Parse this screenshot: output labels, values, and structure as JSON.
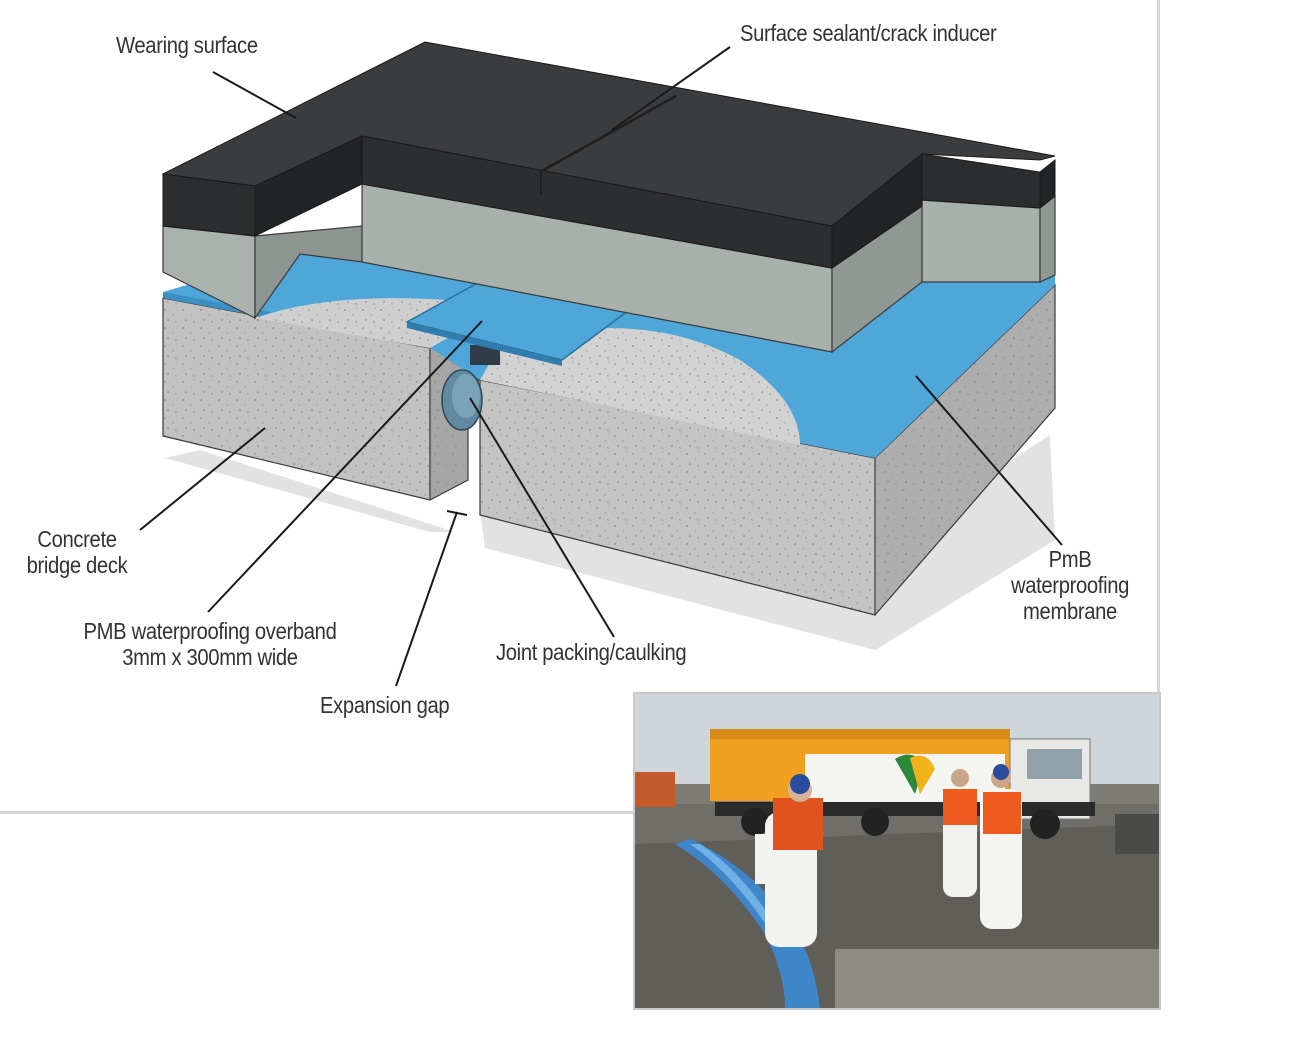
{
  "labels": {
    "wearing_surface": "Wearing surface",
    "surface_sealant": "Surface sealant/crack inducer",
    "concrete_line1": "Concrete",
    "concrete_line2": "bridge deck",
    "overband_line1": "PMB waterproofing overband",
    "overband_line2": "3mm x 300mm wide",
    "expansion_gap": "Expansion gap",
    "joint_packing": "Joint packing/caulking",
    "membrane_line1": "PmB",
    "membrane_line2": "waterproofing",
    "membrane_line3": "membrane"
  },
  "colors": {
    "wearing_top": "#3a3b3d",
    "wearing_side": "#2a2b2d",
    "base_course": "#a7b0aa",
    "membrane": "#4ea6d9",
    "concrete": "#c4c4c4",
    "concrete_dark": "#a9a9a9",
    "shadow": "#e3e3e3"
  }
}
